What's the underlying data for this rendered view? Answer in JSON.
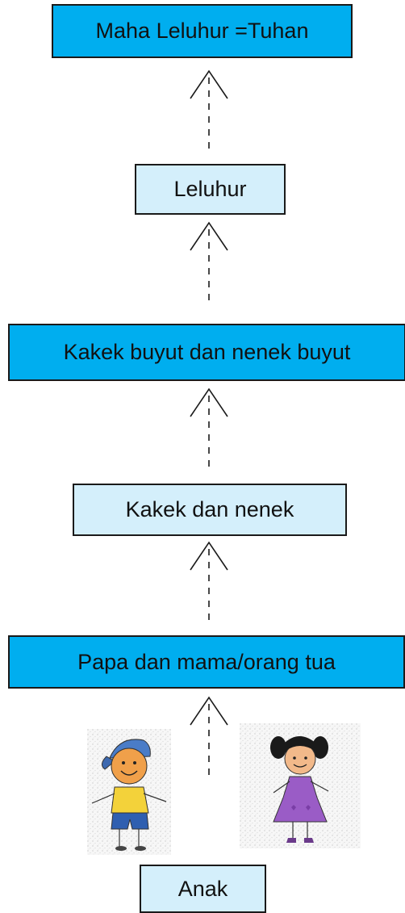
{
  "diagram": {
    "levels": [
      {
        "label": "Maha Leluhur =Tuhan"
      },
      {
        "label": "Leluhur"
      },
      {
        "label": "Kakek buyut dan nenek buyut"
      },
      {
        "label": "Kakek dan nenek"
      },
      {
        "label": "Papa dan mama/orang tua"
      },
      {
        "label": "Anak"
      }
    ],
    "colors": {
      "dark_box": "#00aeef",
      "light_box": "#d4effb",
      "border": "#1a1a1a"
    },
    "icons": [
      "boy-drawing-icon",
      "girl-drawing-icon",
      "up-arrow-icon"
    ]
  }
}
